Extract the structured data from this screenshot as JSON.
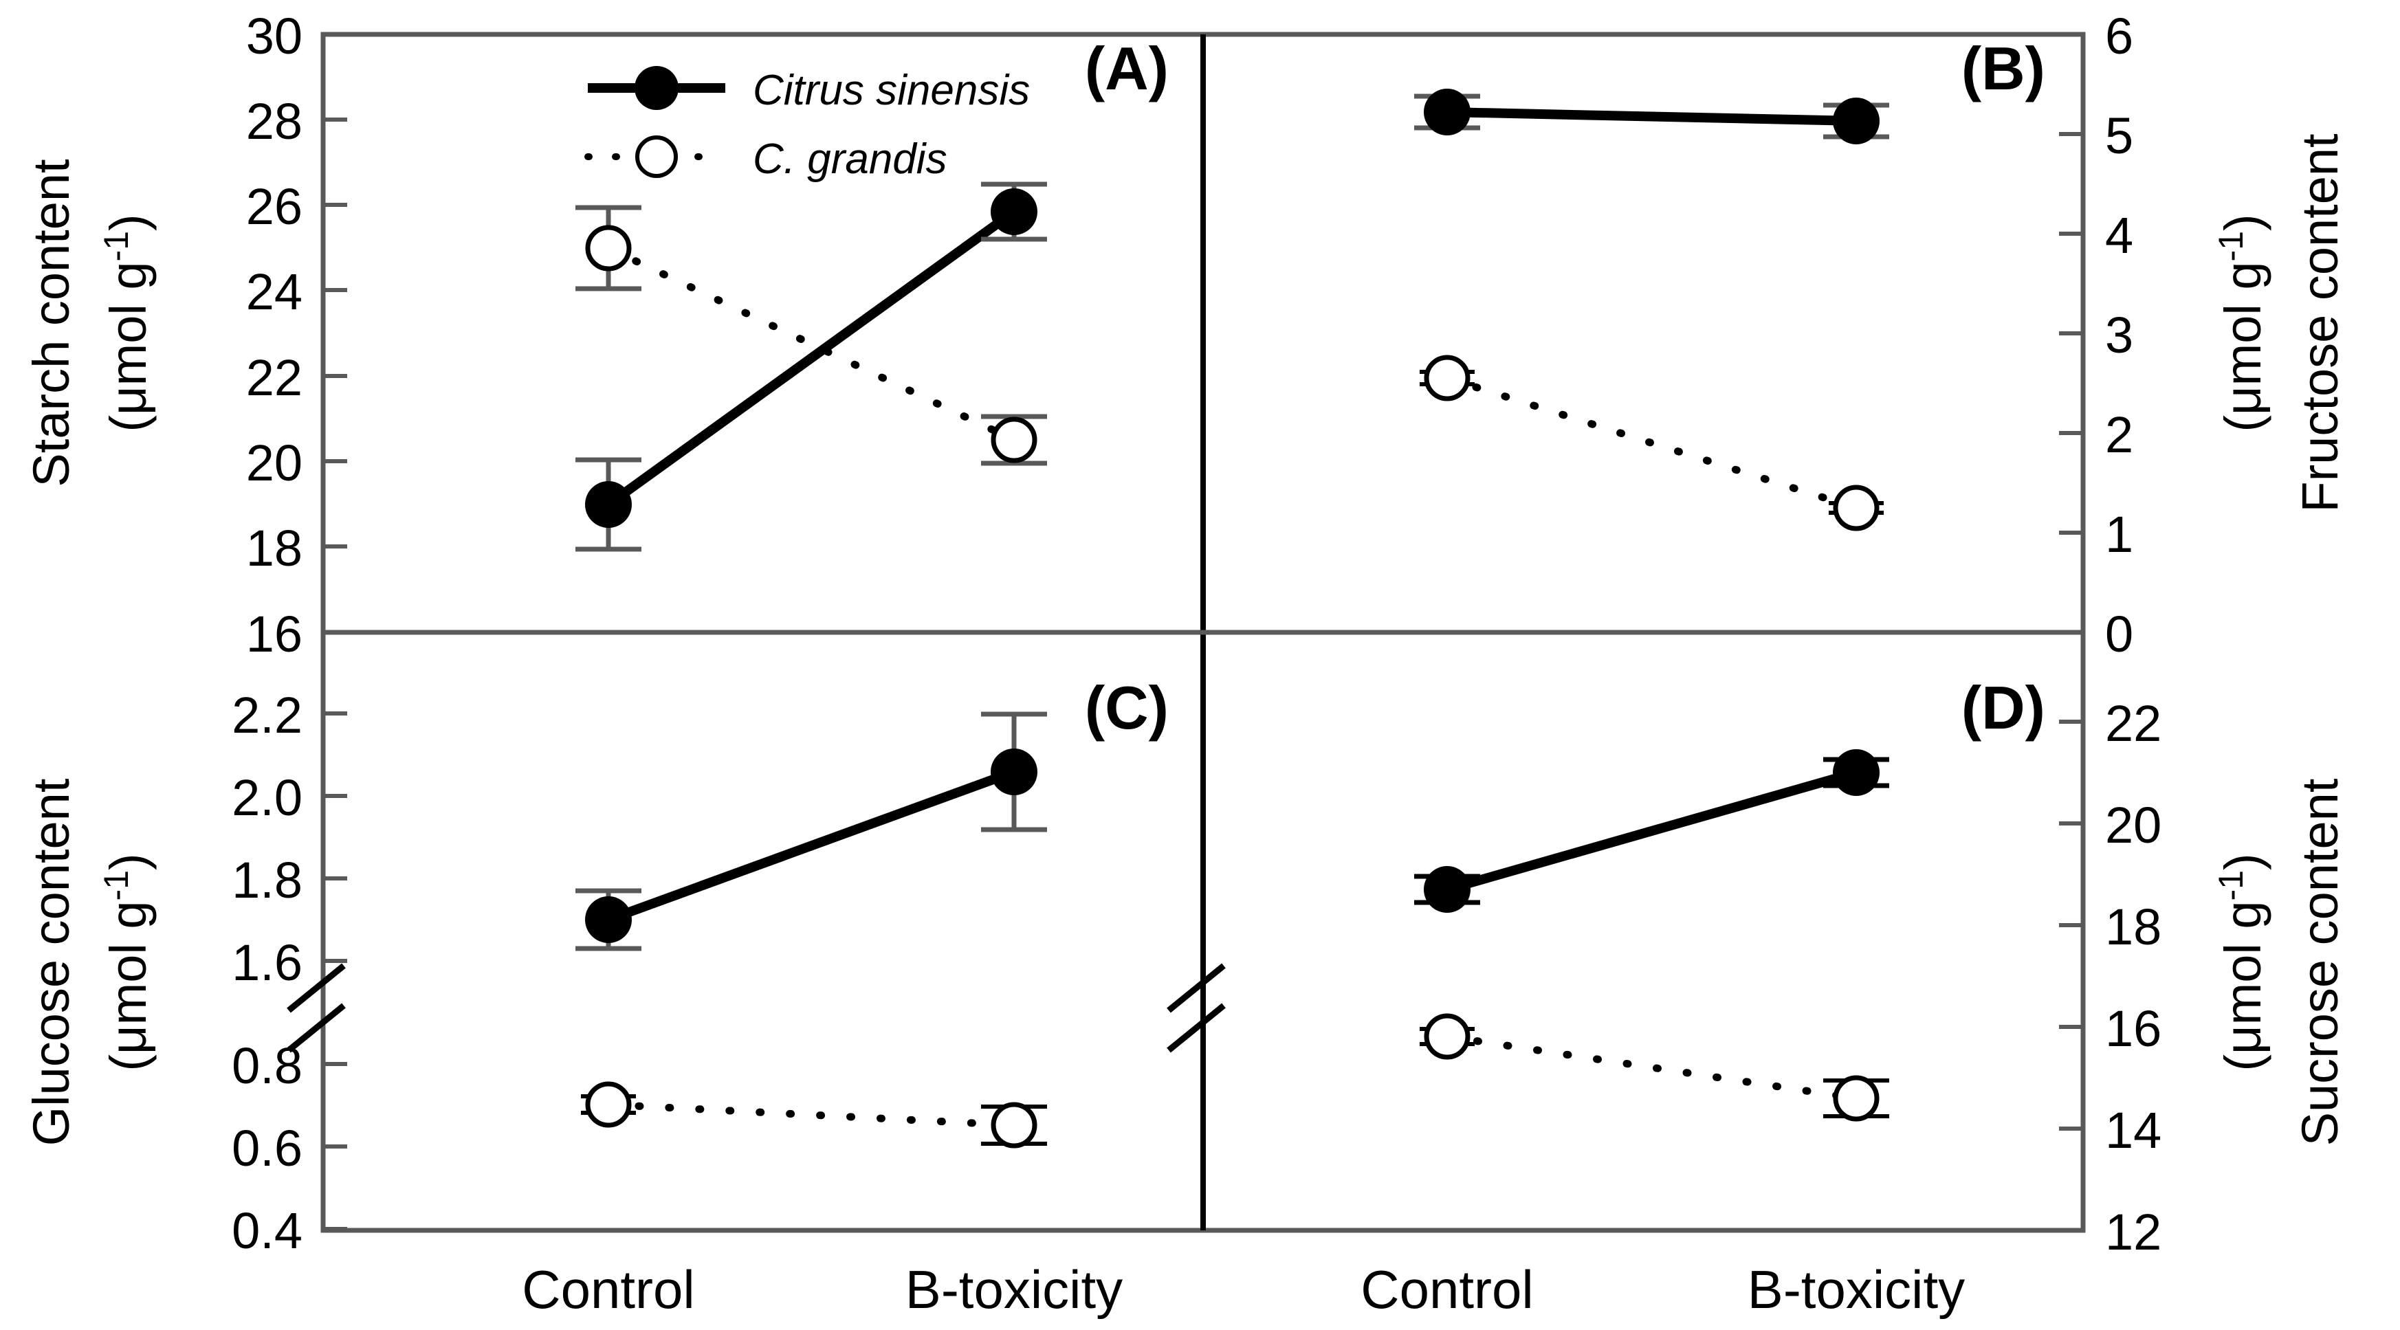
{
  "figure": {
    "categories": [
      "Control",
      "B-toxicity"
    ],
    "legend": {
      "citrus_label": "Citrus sinensis",
      "grandis_label": "C. grandis"
    },
    "panel_labels": {
      "a": "(A)",
      "b": "(B)",
      "c": "(C)",
      "d": "(D)"
    },
    "unit_text": "(μmol g",
    "unit_sup": "-1",
    "unit_close": ")"
  },
  "chart_data": [
    {
      "type": "line",
      "panel": "(A)",
      "title": "Starch content",
      "ylabel": "Starch content (μmol g-1)",
      "xlabel": "",
      "categories": [
        "Control",
        "B-toxicity"
      ],
      "ylim": [
        16,
        30
      ],
      "yticks": [
        16,
        18,
        20,
        22,
        24,
        26,
        28,
        30
      ],
      "ytick_labels": [
        "16",
        "18",
        "20",
        "22",
        "24",
        "26",
        "28",
        "30"
      ],
      "grid": false,
      "legend_position": "top-left",
      "broken_axis": false,
      "series": [
        {
          "name": "Citrus sinensis",
          "marker": "filled-circle",
          "line": "solid",
          "values": [
            19.0,
            25.85
          ],
          "errors": [
            1.05,
            0.65
          ]
        },
        {
          "name": "C. grandis",
          "marker": "open-circle",
          "line": "dotted",
          "values": [
            25.0,
            20.5
          ],
          "errors": [
            0.95,
            0.55
          ]
        }
      ]
    },
    {
      "type": "line",
      "panel": "(B)",
      "title": "Fructose content",
      "ylabel": "Fructose content (μmol g-1)",
      "xlabel": "",
      "categories": [
        "Control",
        "B-toxicity"
      ],
      "ylim": [
        0,
        6
      ],
      "yticks": [
        0,
        1,
        2,
        3,
        4,
        5,
        6
      ],
      "ytick_labels": [
        "0",
        "1",
        "2",
        "3",
        "4",
        "5",
        "6"
      ],
      "grid": false,
      "legend_position": "none",
      "broken_axis": false,
      "series": [
        {
          "name": "Citrus sinensis",
          "marker": "filled-circle",
          "line": "solid",
          "values": [
            5.22,
            5.13
          ],
          "errors": [
            0.16,
            0.16
          ]
        },
        {
          "name": "C. grandis",
          "marker": "open-circle",
          "line": "dotted",
          "values": [
            2.55,
            1.25
          ],
          "errors": [
            0.06,
            0.05
          ]
        }
      ]
    },
    {
      "type": "line",
      "panel": "(C)",
      "title": "Glucose content",
      "ylabel": "Glucose content (μmol g-1)",
      "xlabel": "",
      "categories": [
        "Control",
        "B-toxicity"
      ],
      "ylim": [
        0.4,
        2.3
      ],
      "yticks": [
        0.4,
        0.6,
        0.8,
        1.6,
        1.8,
        2.0,
        2.2
      ],
      "ytick_labels": [
        "0.4",
        "0.6",
        "0.8",
        "1.6",
        "1.8",
        "2.0",
        "2.2"
      ],
      "grid": false,
      "legend_position": "none",
      "broken_axis": true,
      "axis_break_between": [
        0.8,
        1.6
      ],
      "series": [
        {
          "name": "Citrus sinensis",
          "marker": "filled-circle",
          "line": "solid",
          "values": [
            1.69,
            2.05
          ],
          "errors": [
            0.07,
            0.14
          ]
        },
        {
          "name": "C. grandis",
          "marker": "open-circle",
          "line": "dotted",
          "values": [
            0.755,
            0.705
          ],
          "errors": [
            0.02,
            0.045
          ]
        }
      ]
    },
    {
      "type": "line",
      "panel": "(D)",
      "title": "Sucrose content",
      "ylabel": "Sucrose content (μmol g-1)",
      "xlabel": "",
      "categories": [
        "Control",
        "B-toxicity"
      ],
      "ylim": [
        12,
        23
      ],
      "yticks": [
        12,
        14,
        16,
        18,
        20,
        22
      ],
      "ytick_labels": [
        "12",
        "14",
        "16",
        "18",
        "20",
        "22"
      ],
      "grid": false,
      "legend_position": "none",
      "broken_axis": true,
      "series": [
        {
          "name": "Citrus sinensis",
          "marker": "filled-circle",
          "line": "solid",
          "values": [
            18.7,
            21.0
          ],
          "errors": [
            0.25,
            0.25
          ]
        },
        {
          "name": "C. grandis",
          "marker": "open-circle",
          "line": "dotted",
          "values": [
            15.8,
            14.6
          ],
          "errors": [
            0.15,
            0.35
          ]
        }
      ]
    }
  ]
}
